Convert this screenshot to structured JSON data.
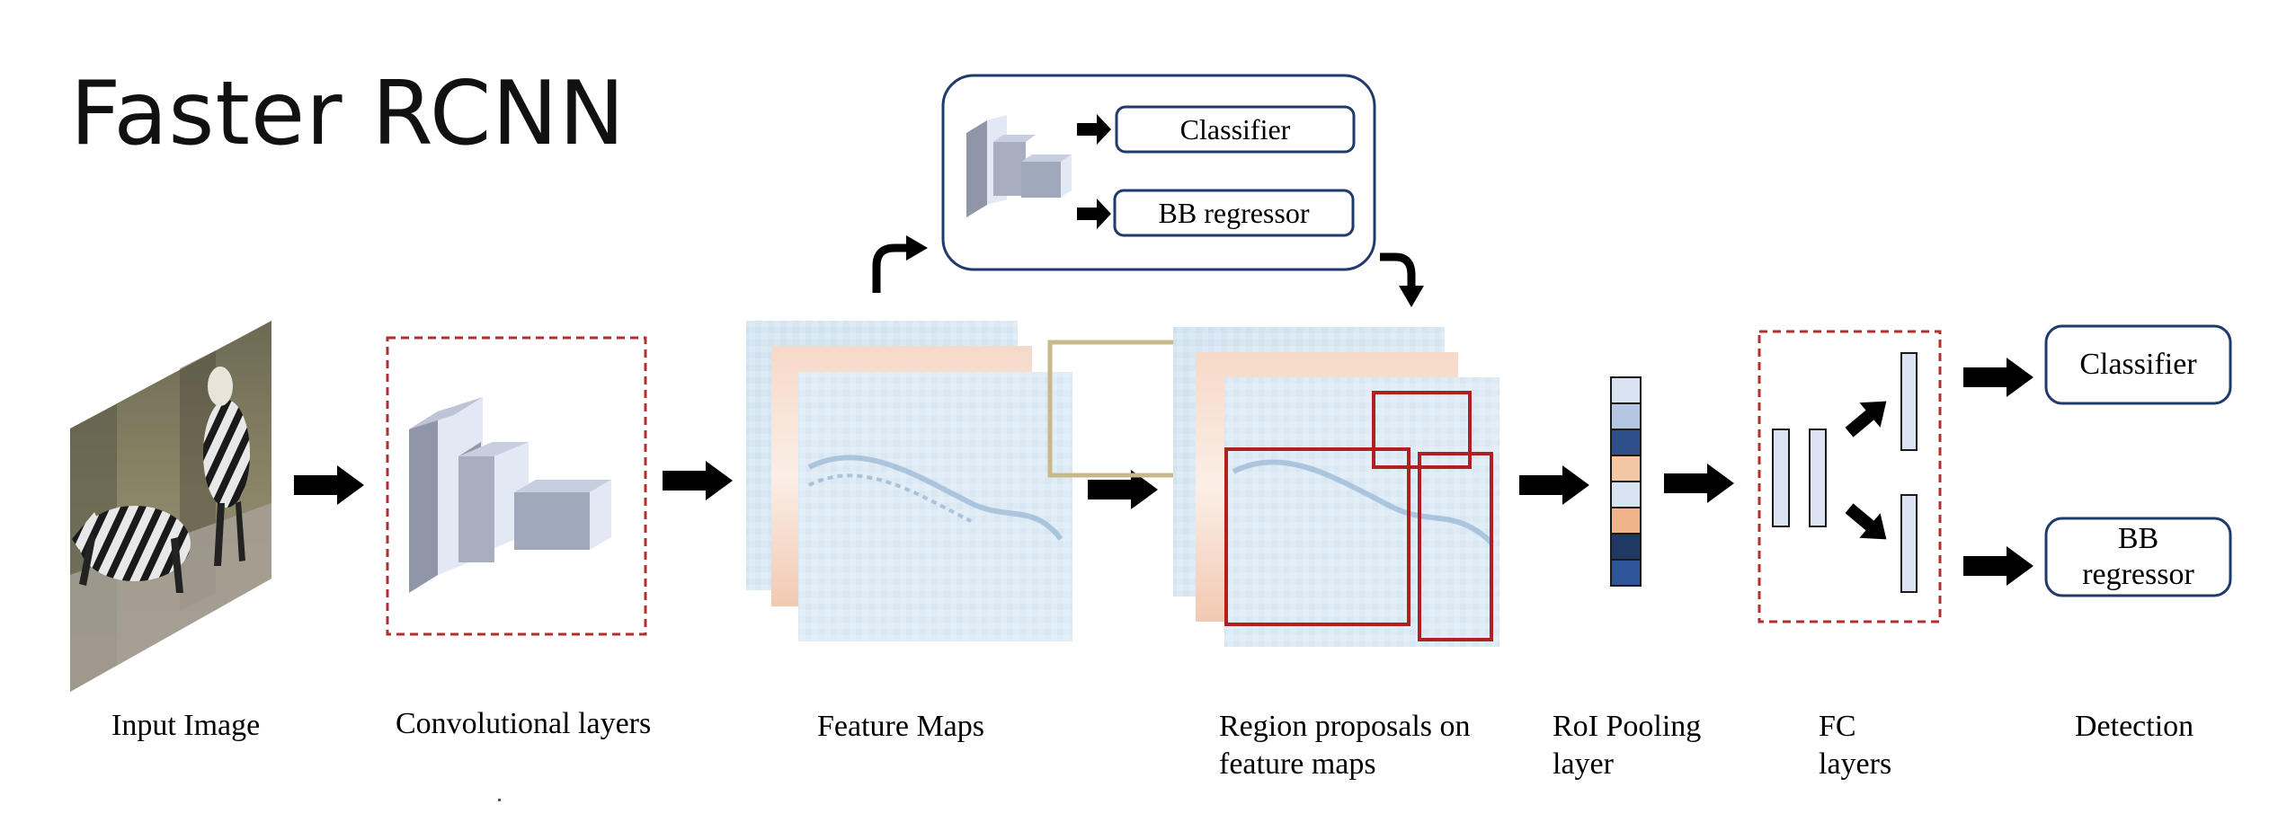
{
  "title": "Faster RCNN",
  "stages": {
    "input_image": "Input Image",
    "conv_layers": "Convolutional layers",
    "feature_maps": "Feature Maps",
    "region_proposals_line1": "Region proposals on",
    "region_proposals_line2": "feature maps",
    "roi_pooling_line1": "RoI Pooling",
    "roi_pooling_line2": "layer",
    "fc_line1": "FC",
    "fc_line2": "layers",
    "detection": "Detection"
  },
  "rpn": {
    "classifier": "Classifier",
    "bb_regressor": "BB regressor"
  },
  "outputs": {
    "classifier": "Classifier",
    "bb_regressor_line1": "BB",
    "bb_regressor_line2": "regressor"
  },
  "roi_cells": [
    "#d9e2f1",
    "#b4c6e4",
    "#2f4f8a",
    "#f4c7a4",
    "#d9e2f1",
    "#f0b48a",
    "#1f3864",
    "#2e5597"
  ],
  "colors": {
    "dashed_box": "#b03030",
    "proposal_box": "#b02020",
    "window_box": "#c8b88a",
    "rounded_box": "#1f3a6b",
    "fc_bar": "#dce3f2"
  }
}
